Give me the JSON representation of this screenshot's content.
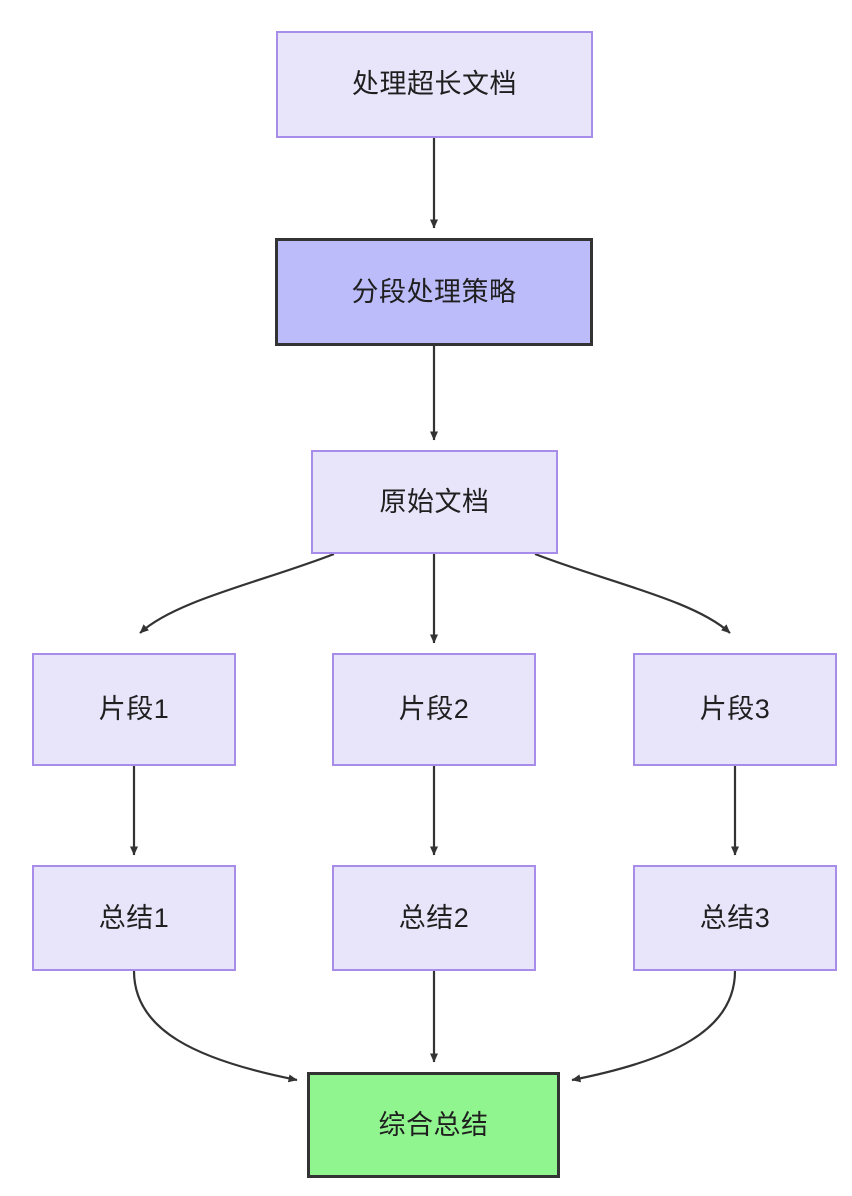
{
  "diagram": {
    "type": "flowchart",
    "direction": "top-to-bottom",
    "background_color": "#ffffff",
    "styles": {
      "plain_fill": "#e8e5fb",
      "plain_border": "#a88cea",
      "highlight_fill": "#bcbcfa",
      "highlight_border": "#333333",
      "success_fill": "#91f58f",
      "success_border": "#333333",
      "edge_color": "#333333",
      "label_color": "#1f1f1f"
    },
    "nodes": [
      {
        "id": "doc-input",
        "label": "处理超长文档",
        "style": "plain"
      },
      {
        "id": "strategy",
        "label": "分段处理策略",
        "style": "highlight"
      },
      {
        "id": "source-doc",
        "label": "原始文档",
        "style": "plain"
      },
      {
        "id": "chunk-1",
        "label": "片段1",
        "style": "plain"
      },
      {
        "id": "chunk-2",
        "label": "片段2",
        "style": "plain"
      },
      {
        "id": "chunk-3",
        "label": "片段3",
        "style": "plain"
      },
      {
        "id": "summary-1",
        "label": "总结1",
        "style": "plain"
      },
      {
        "id": "summary-2",
        "label": "总结2",
        "style": "plain"
      },
      {
        "id": "summary-3",
        "label": "总结3",
        "style": "plain"
      },
      {
        "id": "final",
        "label": "综合总结",
        "style": "success"
      }
    ],
    "edges": [
      {
        "from": "doc-input",
        "to": "strategy",
        "shape": "straight"
      },
      {
        "from": "strategy",
        "to": "source-doc",
        "shape": "straight"
      },
      {
        "from": "source-doc",
        "to": "chunk-1",
        "shape": "curved"
      },
      {
        "from": "source-doc",
        "to": "chunk-2",
        "shape": "straight"
      },
      {
        "from": "source-doc",
        "to": "chunk-3",
        "shape": "curved"
      },
      {
        "from": "chunk-1",
        "to": "summary-1",
        "shape": "straight"
      },
      {
        "from": "chunk-2",
        "to": "summary-2",
        "shape": "straight"
      },
      {
        "from": "chunk-3",
        "to": "summary-3",
        "shape": "straight"
      },
      {
        "from": "summary-1",
        "to": "final",
        "shape": "curved"
      },
      {
        "from": "summary-2",
        "to": "final",
        "shape": "straight"
      },
      {
        "from": "summary-3",
        "to": "final",
        "shape": "curved"
      }
    ]
  }
}
